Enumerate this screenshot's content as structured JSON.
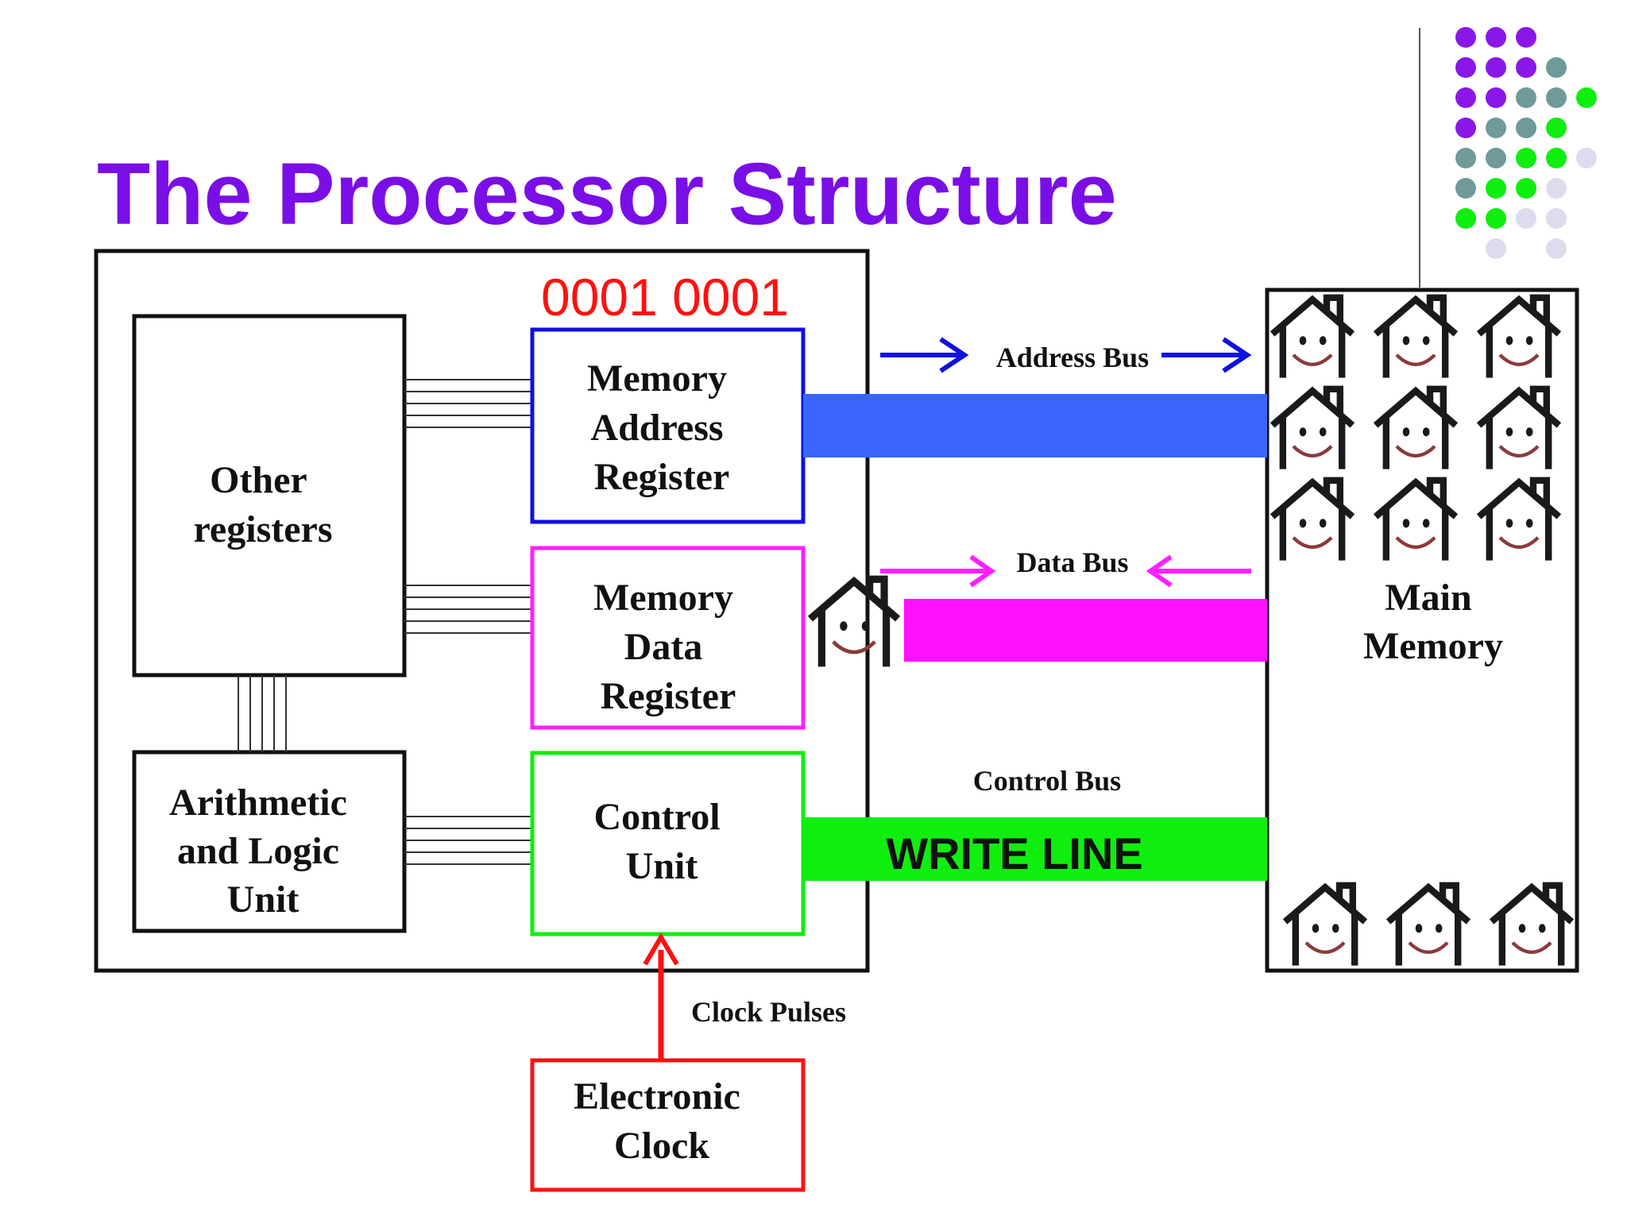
{
  "title": "The Processor Structure",
  "mar_value": "0001 0001",
  "boxes": {
    "other_registers": [
      "Other",
      "registers"
    ],
    "mar": [
      "Memory",
      "Address",
      "Register"
    ],
    "mdr": [
      "Memory",
      "Data",
      "Register"
    ],
    "alu": [
      "Arithmetic",
      "and Logic",
      "Unit"
    ],
    "control_unit": [
      "Control",
      "Unit"
    ],
    "clock": [
      "Electronic",
      "Clock"
    ],
    "main_memory": [
      "Main",
      "Memory"
    ]
  },
  "buses": {
    "address": "Address Bus",
    "data": "Data Bus",
    "control": "Control Bus",
    "write_line": "WRITE LINE"
  },
  "clock_label": "Clock Pulses",
  "colors": {
    "title": "#7a0ee6",
    "mar_value": "#ff1010",
    "mar": "#1010e0",
    "mdr": "#ff20ff",
    "control_unit": "#10ee10",
    "clock": "#ff1010",
    "address_bus": "#3a66ff",
    "data_bus": "#ff10ff",
    "control_bus": "#10ee10",
    "address_arrow": "#1010e0",
    "data_arrow": "#ff20ff",
    "clock_arrow": "#ff1010"
  },
  "icons": {
    "memory_cells": "smiley-house-icon",
    "data_in_transit": "smiley-house-icon"
  },
  "decoration": {
    "dot_rows": [
      [
        "#8a17e8",
        "#8a17e8",
        "#8a17e8"
      ],
      [
        "#8a17e8",
        "#8a17e8",
        "#8a17e8",
        "#6f9a9a"
      ],
      [
        "#8a17e8",
        "#8a17e8",
        "#6f9a9a",
        "#6f9a9a",
        "#10ee10"
      ],
      [
        "#8a17e8",
        "#6f9a9a",
        "#6f9a9a",
        "#10ee10"
      ],
      [
        "#6f9a9a",
        "#6f9a9a",
        "#10ee10",
        "#10ee10",
        "#dcdcee"
      ],
      [
        "#6f9a9a",
        "#10ee10",
        "#10ee10",
        "#dcdcee"
      ],
      [
        "#10ee10",
        "#10ee10",
        "#dcdcee",
        "#dcdcee"
      ],
      [
        null,
        "#dcdcee",
        null,
        "#dcdcee"
      ]
    ]
  }
}
